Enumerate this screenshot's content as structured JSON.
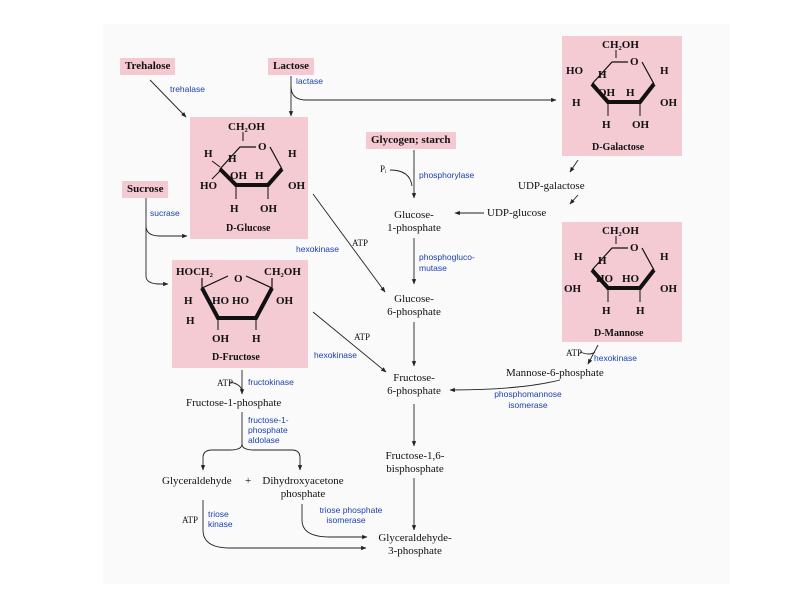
{
  "sources": {
    "trehalose": "Trehalose",
    "lactose": "Lactose",
    "sucrose": "Sucrose",
    "glycogen_starch": "Glycogen; starch"
  },
  "molecules": {
    "glucose": {
      "name": "D-Glucose",
      "ch2oh": "CH₂OH"
    },
    "fructose": {
      "name": "D-Fructose",
      "hoch2": "HOCH₂",
      "ch2oh": "CH₂OH"
    },
    "galactose": {
      "name": "D-Galactose",
      "ch2oh": "CH₂OH"
    },
    "mannose": {
      "name": "D-Mannose",
      "ch2oh": "CH₂OH"
    }
  },
  "intermediates": {
    "glucose_1_phosphate": [
      "Glucose-",
      "1-phosphate"
    ],
    "glucose_6_phosphate": [
      "Glucose-",
      "6-phosphate"
    ],
    "fructose_6_phosphate": [
      "Fructose-",
      "6-phosphate"
    ],
    "fructose_1_6_bisphosphate": [
      "Fructose-1,6-",
      "bisphosphate"
    ],
    "glyceraldehyde_3_phosphate": [
      "Glyceraldehyde-",
      "3-phosphate"
    ],
    "fructose_1_phosphate": "Fructose-1-phosphate",
    "glyceraldehyde": "Glyceraldehyde",
    "plus": "+",
    "dihydroxyacetone_phosphate": [
      "Dihydroxyacetone",
      "phosphate"
    ],
    "udp_galactose": "UDP-galactose",
    "udp_glucose": "UDP-glucose",
    "mannose_6_phosphate": "Mannose-6-phosphate",
    "pi": "Pᵢ",
    "atp": "ATP"
  },
  "enzymes": {
    "trehalase": "trehalase",
    "lactase": "lactase",
    "sucrase": "sucrase",
    "phosphorylase": "phosphorylase",
    "phosphoglucomutase": [
      "phosphogluco-",
      "mutase"
    ],
    "hexokinase": "hexokinase",
    "fructokinase": "fructokinase",
    "fructose_1_phosphate_aldolase": [
      "fructose-1-",
      "phosphate",
      "aldolase"
    ],
    "triose_kinase": [
      "triose",
      "kinase"
    ],
    "triose_phosphate_isomerase": [
      "triose phosphate",
      "isomerase"
    ],
    "phosphomannose_isomerase": [
      "phosphomannose",
      "isomerase"
    ]
  },
  "colors": {
    "label_fill": "#f5c9d2",
    "enzyme_text": "#1b3fae",
    "arrow": "#222222"
  }
}
